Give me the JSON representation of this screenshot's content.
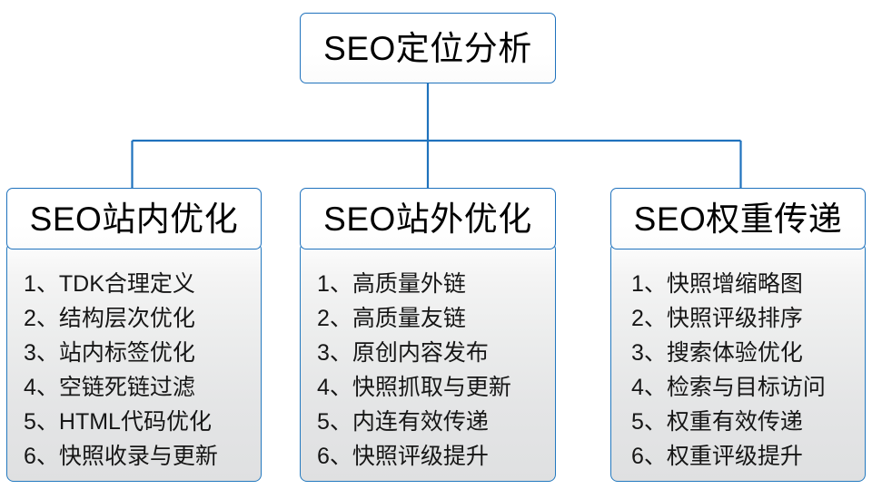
{
  "diagram": {
    "type": "org-chart",
    "colors": {
      "border": "#1f72bd",
      "panel_gradient_top": "#fdfdfd",
      "panel_gradient_bottom": "#dfe0e1",
      "text": "#161616",
      "background": "#ffffff"
    },
    "root": {
      "label": "SEO定位分析"
    },
    "branches": [
      {
        "header": "SEO站内优化",
        "items": [
          "1、TDK合理定义",
          "2、结构层次优化",
          "3、站内标签优化",
          "4、空链死链过滤",
          "5、HTML代码优化",
          "6、快照收录与更新"
        ]
      },
      {
        "header": "SEO站外优化",
        "items": [
          "1、高质量外链",
          "2、高质量友链",
          "3、原创内容发布",
          "4、快照抓取与更新",
          "5、内连有效传递",
          "6、快照评级提升"
        ]
      },
      {
        "header": "SEO权重传递",
        "items": [
          "1、快照增缩略图",
          "2、快照评级排序",
          "3、搜索体验优化",
          "4、检索与目标访问",
          "5、权重有效传递",
          "6、权重评级提升"
        ]
      }
    ]
  }
}
